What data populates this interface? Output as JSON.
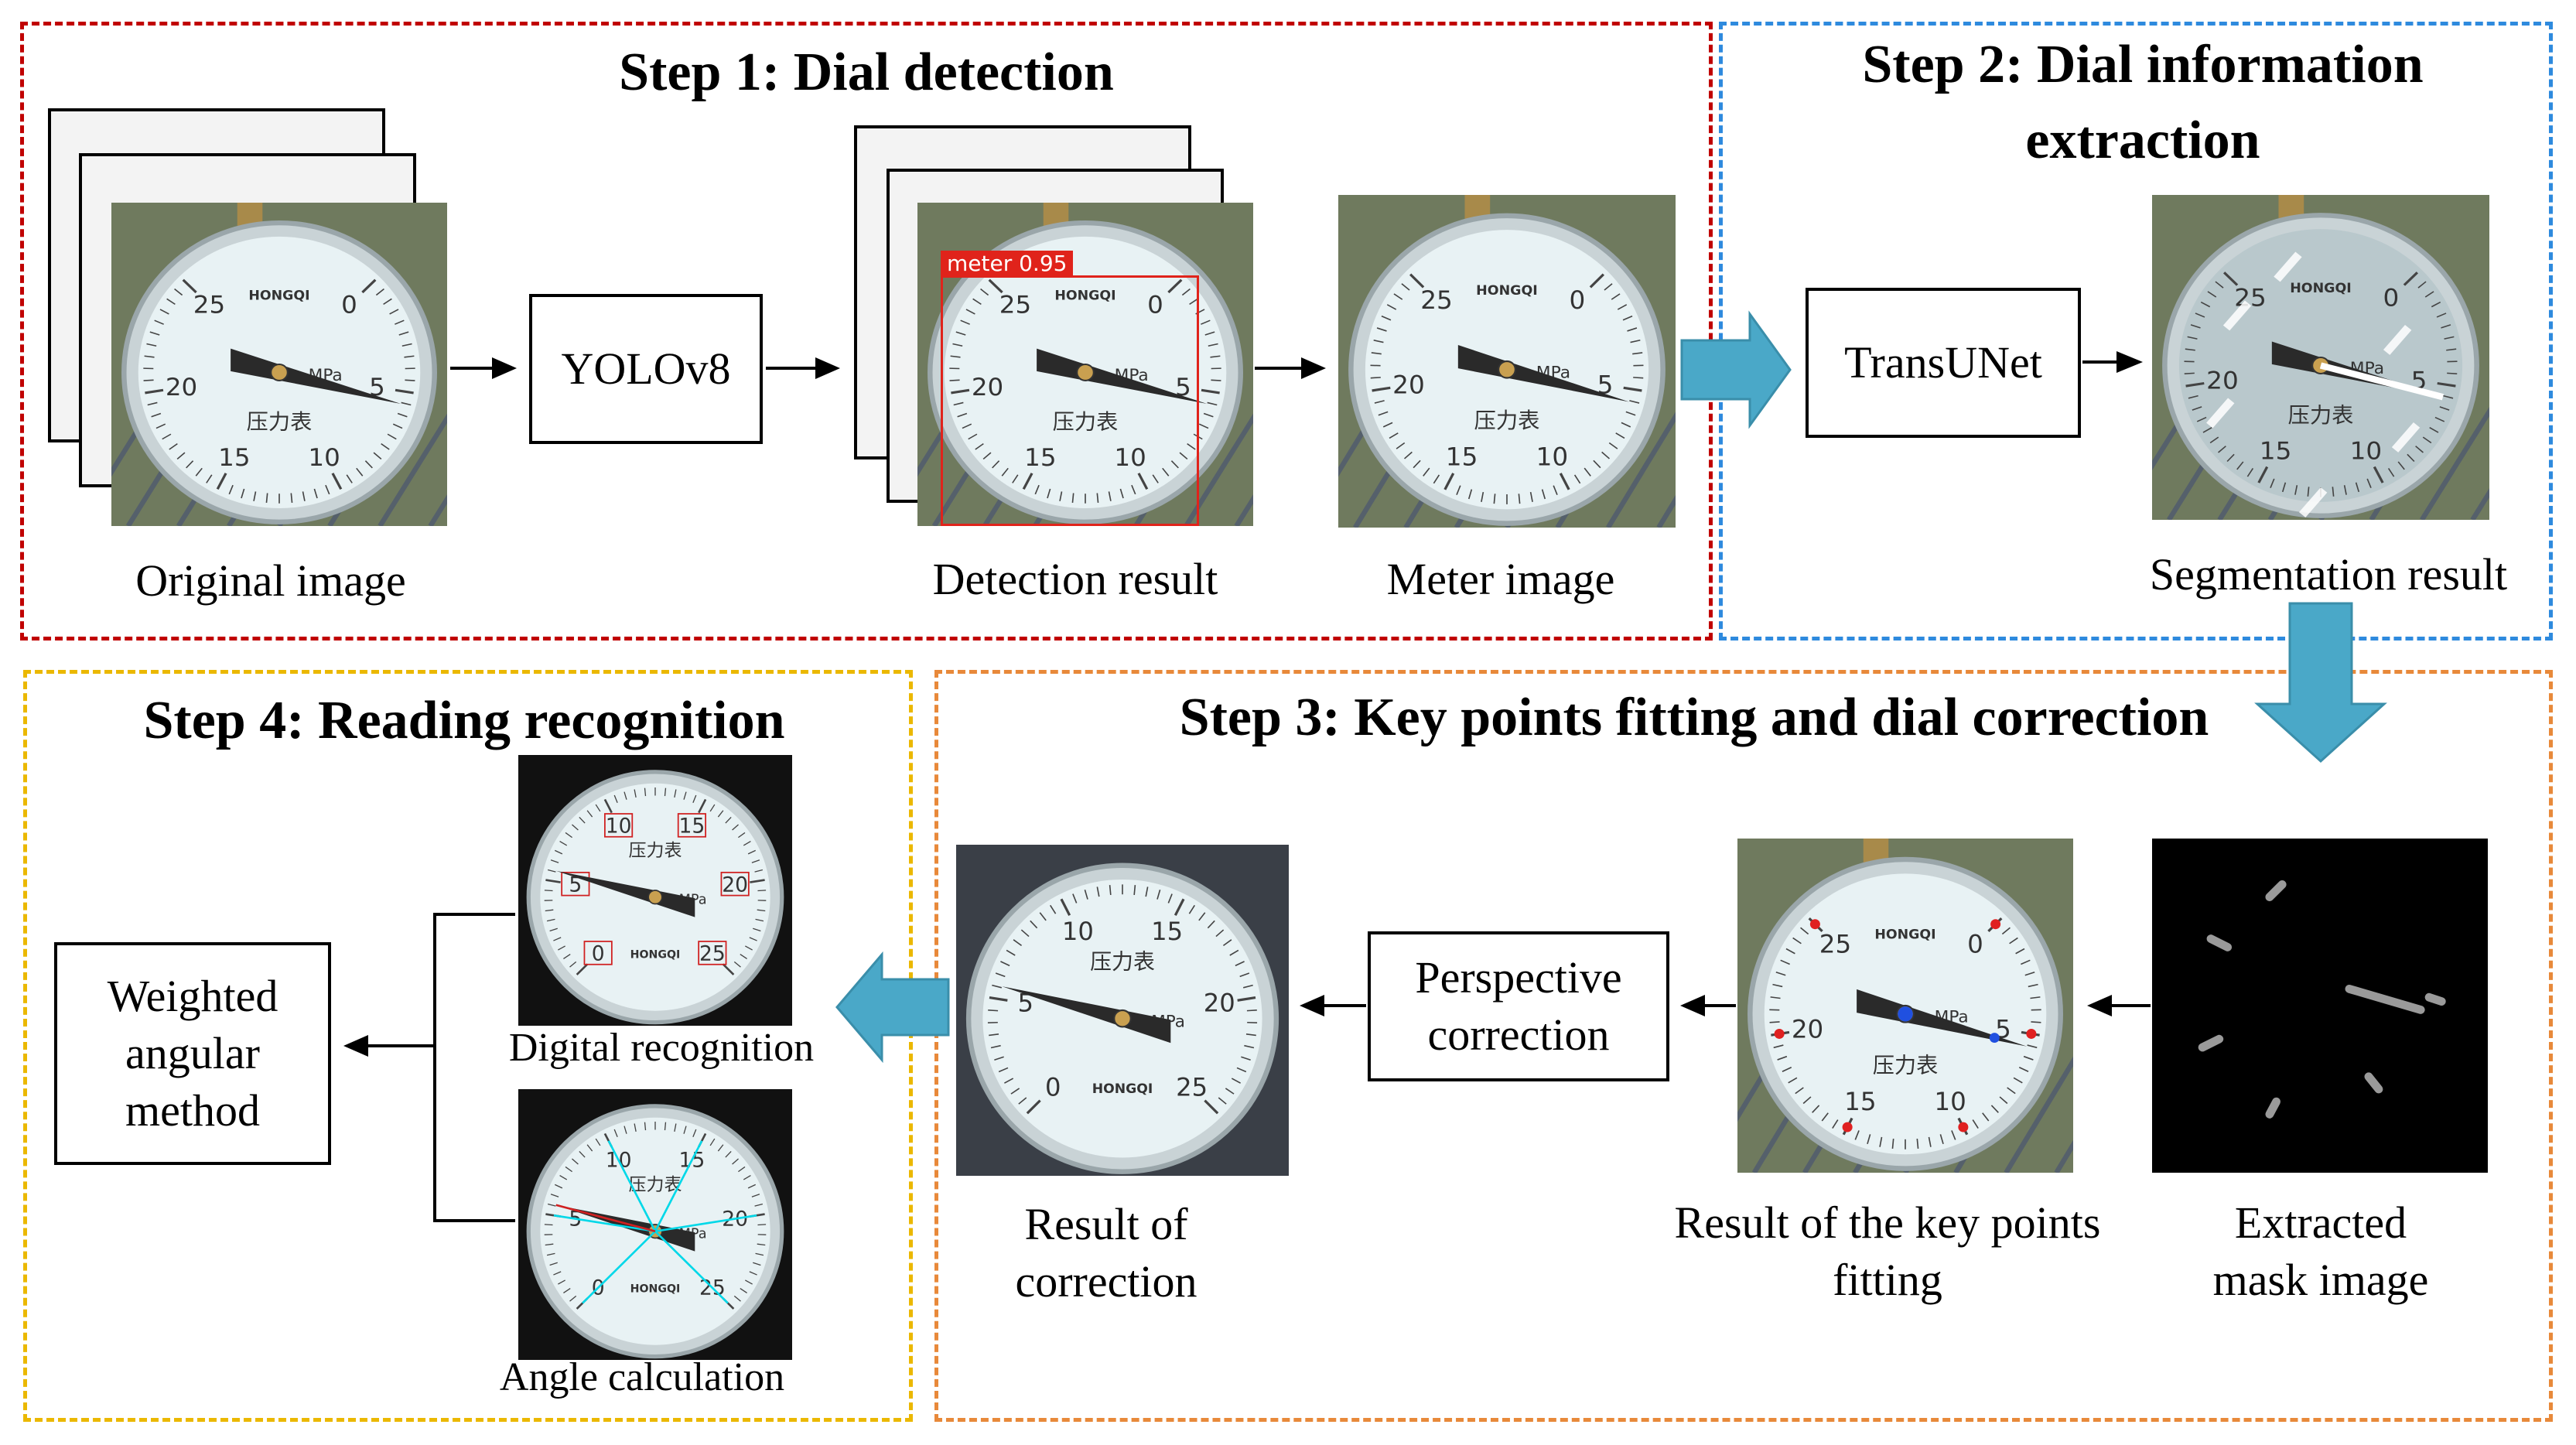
{
  "steps": {
    "step1": {
      "title": "Step 1: Dial detection",
      "color": "#c00000"
    },
    "step2": {
      "title_line1": "Step 2: Dial information",
      "title_line2": "extraction",
      "color": "#2e8ade"
    },
    "step3": {
      "title": "Step 3: Key points fitting and dial correction",
      "color": "#e8893a"
    },
    "step4": {
      "title": "Step 4: Reading recognition",
      "color": "#ebb800"
    }
  },
  "labels": {
    "original_image": "Original image",
    "detection_result": "Detection result",
    "meter_image": "Meter image",
    "segmentation_result": "Segmentation result",
    "extracted_mask_line1": "Extracted",
    "extracted_mask_line2": "mask image",
    "keypoints_line1": "Result of the key points",
    "keypoints_line2": "fitting",
    "correction_line1": "Result of",
    "correction_line2": "correction",
    "digital_recognition": "Digital recognition",
    "angle_calculation": "Angle calculation"
  },
  "boxes": {
    "yolo": "YOLOv8",
    "transunet": "TransUNet",
    "perspective": "Perspective\ncorrection",
    "weighted": "Weighted\nangular\nmethod"
  },
  "detection": {
    "label": "meter 0.95",
    "color": "#e0231b"
  },
  "dial": {
    "scale_values": [
      "0",
      "5",
      "10",
      "15",
      "20",
      "25"
    ],
    "unit": "MPa",
    "brand": "HONGQI",
    "chinese_label": "压力表"
  },
  "colors": {
    "arrow_fill": "#4aa8c8",
    "arrow_stroke": "#3a8eaa",
    "dial_face": "#e8f2f4",
    "needle": "#2a2a2a",
    "cyan_lines": "#00d8e8"
  },
  "icons": {
    "flow_arrow": "teal-block-arrow",
    "connector": "black-arrow"
  }
}
